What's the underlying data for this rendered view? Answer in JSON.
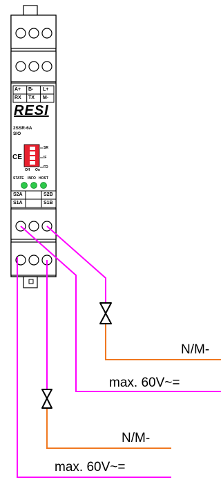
{
  "device": {
    "top_terminals": [
      "A+",
      "B-",
      "L+"
    ],
    "bottom_terminals": [
      "RX",
      "TX",
      "M-"
    ],
    "logo": "RESI",
    "model": "2SSR-6A",
    "variant": "SIO",
    "ce_mark": "CE",
    "switch_side_labels": [
      "SR",
      "IF",
      "FD"
    ],
    "switch_state_labels": [
      "Off",
      "On"
    ],
    "led_labels": [
      "STATE",
      "INFO",
      "HOST"
    ],
    "relay_labels_top": [
      "S2A",
      "S2B"
    ],
    "relay_labels_bottom": [
      "S1A",
      "S1B"
    ]
  },
  "wiring": {
    "labels": [
      "N/M-",
      "max. 60V~=",
      "N/M-",
      "max. 60V~="
    ]
  },
  "colors": {
    "supply_wire": "#ff00ff",
    "neutral_wire": "#f07820",
    "dip_switch": "#e8202e",
    "led_green": "#2ec94a"
  }
}
